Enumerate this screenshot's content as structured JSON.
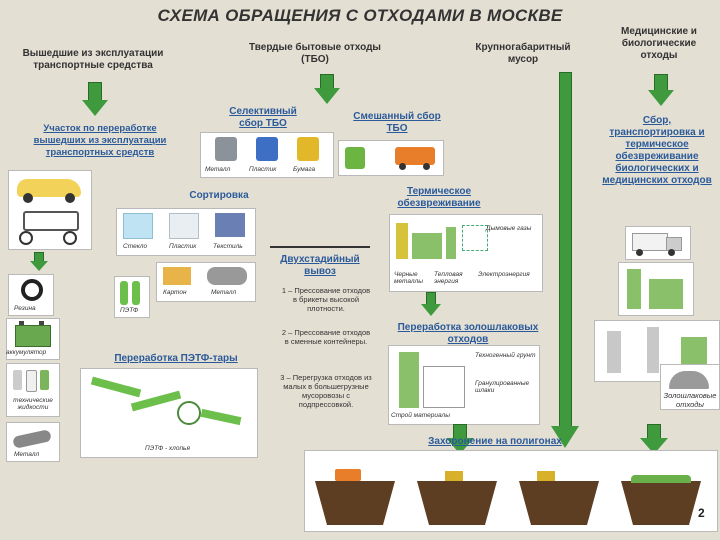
{
  "title": "СХЕМА ОБРАЩЕНИЯ С ОТХОДАМИ В МОСКВЕ",
  "headers": {
    "vehicles": "Вышедшие из эксплуатации транспортные средства",
    "tbo": "Твердые бытовые отходы (ТБО)",
    "bulky": "Крупногабаритный мусор",
    "medical": "Медицинские и биологические отходы"
  },
  "nodes": {
    "vehicle_processing": "Участок по переработке вышедших из эксплуатации транспортных средств",
    "selective": "Селективный сбор ТБО",
    "mixed": "Смешанный сбор ТБО",
    "sorting": "Сортировка",
    "thermal": "Термическое обезвреживание",
    "two_stage": "Двухстадийный вывоз",
    "pet": "Переработка ПЭТФ-тары",
    "ash": "Переработка золошлаковых отходов",
    "landfill": "Захоронение на полигонах",
    "medical_process": "Сбор, транспортировка и термическое обезвреживание биологических и медицинских отходов"
  },
  "two_stage_steps": [
    "1 – Прессование отходов в брикеты высокой плотности.",
    "2 – Прессование отходов в сменные контейнеры.",
    "3 – Перегрузка отходов из малых в большегрузные мусоровозы с подпрессовкой."
  ],
  "labels": {
    "bins": [
      "Металл",
      "Пластик",
      "Бумага"
    ],
    "sorting_out": [
      "Стекло",
      "Пластик",
      "Текстиль"
    ],
    "sorting_out2": [
      "Картон",
      "Металл"
    ],
    "pet_bottles": "ПЭТФ",
    "pet_flakes": "ПЭТФ - хлопья",
    "vehicle_parts": [
      "Резина",
      "аккумулятор",
      "технические жидкости",
      "Металл"
    ],
    "thermal_diagram": [
      "Дымовые газы",
      "Черные металлы",
      "Тепловая энергия",
      "Электроэнергия"
    ],
    "ash_diagram": [
      "Техногенный грунт",
      "Гранулированные шлаки",
      "Строй материалы"
    ],
    "ash_waste": "Золошлаковые отходы"
  },
  "page_number": "2"
}
